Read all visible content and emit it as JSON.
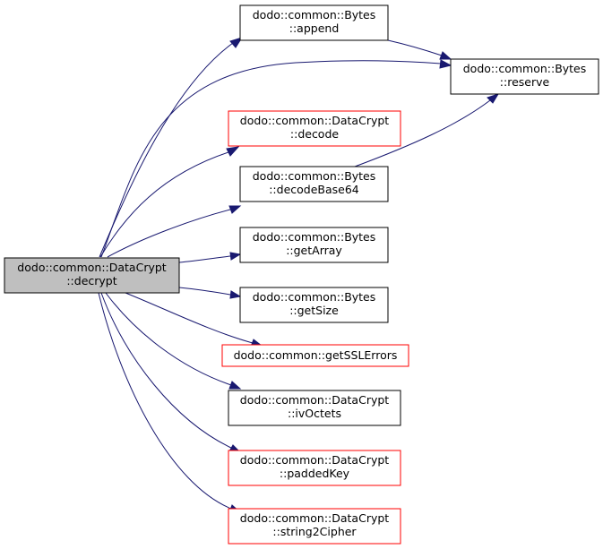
{
  "diagram": {
    "type": "call-graph",
    "colors": {
      "edge": "#191970",
      "root_fill": "#bfbfbf",
      "border": "#000000",
      "border_red": "#ff0000"
    },
    "nodes": [
      {
        "id": "decrypt",
        "line1": "dodo::common::DataCrypt",
        "line2": "::decrypt",
        "border": "root"
      },
      {
        "id": "append",
        "line1": "dodo::common::Bytes",
        "line2": "::append",
        "border": "black"
      },
      {
        "id": "reserve",
        "line1": "dodo::common::Bytes",
        "line2": "::reserve",
        "border": "black"
      },
      {
        "id": "decode",
        "line1": "dodo::common::DataCrypt",
        "line2": "::decode",
        "border": "red"
      },
      {
        "id": "decodeBase64",
        "line1": "dodo::common::Bytes",
        "line2": "::decodeBase64",
        "border": "black"
      },
      {
        "id": "getArray",
        "line1": "dodo::common::Bytes",
        "line2": "::getArray",
        "border": "black"
      },
      {
        "id": "getSize",
        "line1": "dodo::common::Bytes",
        "line2": "::getSize",
        "border": "black"
      },
      {
        "id": "getSSLErrors",
        "line1": "dodo::common::getSSLErrors",
        "line2": "",
        "border": "red"
      },
      {
        "id": "ivOctets",
        "line1": "dodo::common::DataCrypt",
        "line2": "::ivOctets",
        "border": "black"
      },
      {
        "id": "paddedKey",
        "line1": "dodo::common::DataCrypt",
        "line2": "::paddedKey",
        "border": "red"
      },
      {
        "id": "string2Cipher",
        "line1": "dodo::common::DataCrypt",
        "line2": "::string2Cipher",
        "border": "red"
      }
    ],
    "edges": [
      {
        "from": "decrypt",
        "to": "append"
      },
      {
        "from": "decrypt",
        "to": "reserve"
      },
      {
        "from": "decrypt",
        "to": "decode"
      },
      {
        "from": "decrypt",
        "to": "decodeBase64"
      },
      {
        "from": "decrypt",
        "to": "getArray"
      },
      {
        "from": "decrypt",
        "to": "getSize"
      },
      {
        "from": "decrypt",
        "to": "getSSLErrors"
      },
      {
        "from": "decrypt",
        "to": "ivOctets"
      },
      {
        "from": "decrypt",
        "to": "paddedKey"
      },
      {
        "from": "decrypt",
        "to": "string2Cipher"
      },
      {
        "from": "append",
        "to": "reserve"
      },
      {
        "from": "decodeBase64",
        "to": "reserve"
      }
    ]
  }
}
